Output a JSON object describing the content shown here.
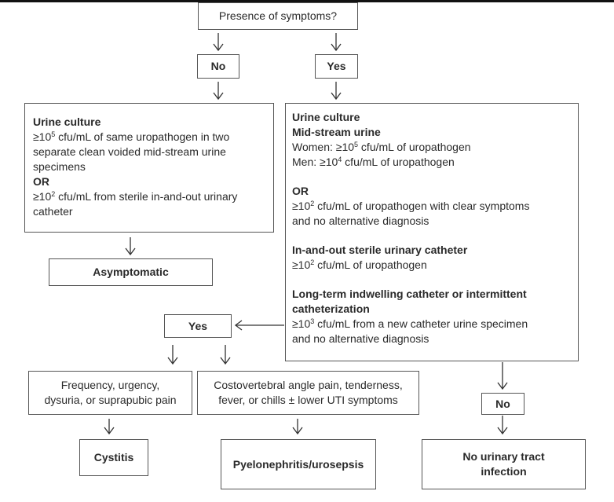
{
  "nodes": {
    "presence": "Presence of symptoms?",
    "no_top": "No",
    "yes_top": "Yes",
    "left_culture": {
      "heading": "Urine culture",
      "line1_pre": "≥10",
      "line1_sup": "5",
      "line1_post": " cfu/mL of same uropathogen in two",
      "line2": "separate clean voided mid-stream urine",
      "line3": "specimens",
      "or": "OR",
      "line4_pre": "≥10",
      "line4_sup": "2",
      "line4_post": " cfu/mL from sterile in-and-out urinary",
      "line5": "catheter"
    },
    "asymptomatic": "Asymptomatic",
    "right_culture": {
      "heading": "Urine culture",
      "sub_midstream": "Mid-stream urine",
      "women_pre": "Women: ≥10",
      "women_sup": "5",
      "women_post": " cfu/mL of uropathogen",
      "men_pre": "Men: ≥10",
      "men_sup": "4",
      "men_post": " cfu/mL of uropathogen",
      "or": "OR",
      "or_line1_pre": "≥10",
      "or_line1_sup": "2",
      "or_line1_post": " cfu/mL of uropathogen with clear symptoms",
      "or_line2": "and no alternative diagnosis",
      "sub_inout": "In-and-out sterile urinary catheter",
      "inout_pre": "≥10",
      "inout_sup": "2",
      "inout_post": " cfu/mL of uropathogen",
      "sub_longterm1": "Long-term indwelling catheter or intermittent",
      "sub_longterm2": "catheterization",
      "lt_line1_pre": "≥10",
      "lt_line1_sup": "3",
      "lt_line1_post": " cfu/mL from a new catheter urine specimen",
      "lt_line2": "and no alternative diagnosis"
    },
    "yes_mid": "Yes",
    "frequency": {
      "line1": "Frequency, urgency,",
      "line2": "dysuria, or suprapubic pain"
    },
    "costo": {
      "line1": "Costovertebral angle pain, tenderness,",
      "line2": "fever, or chills ± lower UTI symptoms"
    },
    "no_right": "No",
    "cystitis": "Cystitis",
    "pyelo": "Pyelonephritis/urosepsis",
    "no_uti": {
      "line1": "No urinary tract",
      "line2": "infection"
    }
  },
  "colors": {
    "border": "#555555",
    "text": "#2a2a2a",
    "arrow": "#333333"
  }
}
